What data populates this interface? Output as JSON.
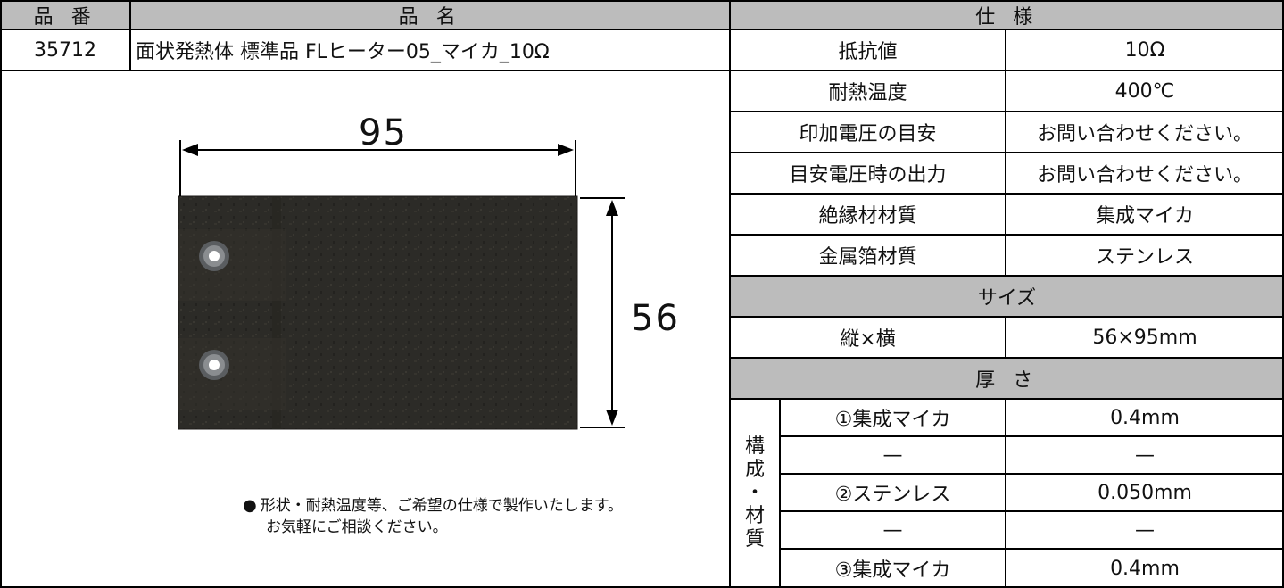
{
  "header": {
    "part_number": "品 番",
    "product_name": "品 名",
    "specifications": "仕 様"
  },
  "product": {
    "part_number": "35712",
    "name": "面状発熱体 標準品 FLヒーター05_マイカ_10Ω"
  },
  "specs": [
    {
      "label": "抵抗値",
      "value": "10Ω"
    },
    {
      "label": "耐熱温度",
      "value": "400℃"
    },
    {
      "label": "印加電圧の目安",
      "value": "お問い合わせください。"
    },
    {
      "label": "目安電圧時の出力",
      "value": "お問い合わせください。"
    },
    {
      "label": "絶縁材材質",
      "value": "集成マイカ"
    },
    {
      "label": "金属箔材質",
      "value": "ステンレス"
    }
  ],
  "size": {
    "section": "サイズ",
    "label": "縦×横",
    "value": "56×95mm"
  },
  "thickness": {
    "section": "厚 さ",
    "side_label": [
      "構",
      "成",
      "・",
      "材",
      "質"
    ],
    "rows": [
      {
        "label": "①集成マイカ",
        "value": "0.4mm"
      },
      {
        "label": "—",
        "value": "—"
      },
      {
        "label": "②ステンレス",
        "value": "0.050mm"
      },
      {
        "label": "—",
        "value": "—"
      },
      {
        "label": "③集成マイカ",
        "value": "0.4mm"
      }
    ]
  },
  "figure": {
    "width_dim": "95",
    "height_dim": "56"
  },
  "note": {
    "bullet": "●",
    "line1": "形状・耐熱温度等、ご希望の仕様で製作いたします。",
    "line2": "お気軽にご相談ください。"
  },
  "colors": {
    "header_bg": "#bcbcbc",
    "heater": "#2c2b27"
  }
}
